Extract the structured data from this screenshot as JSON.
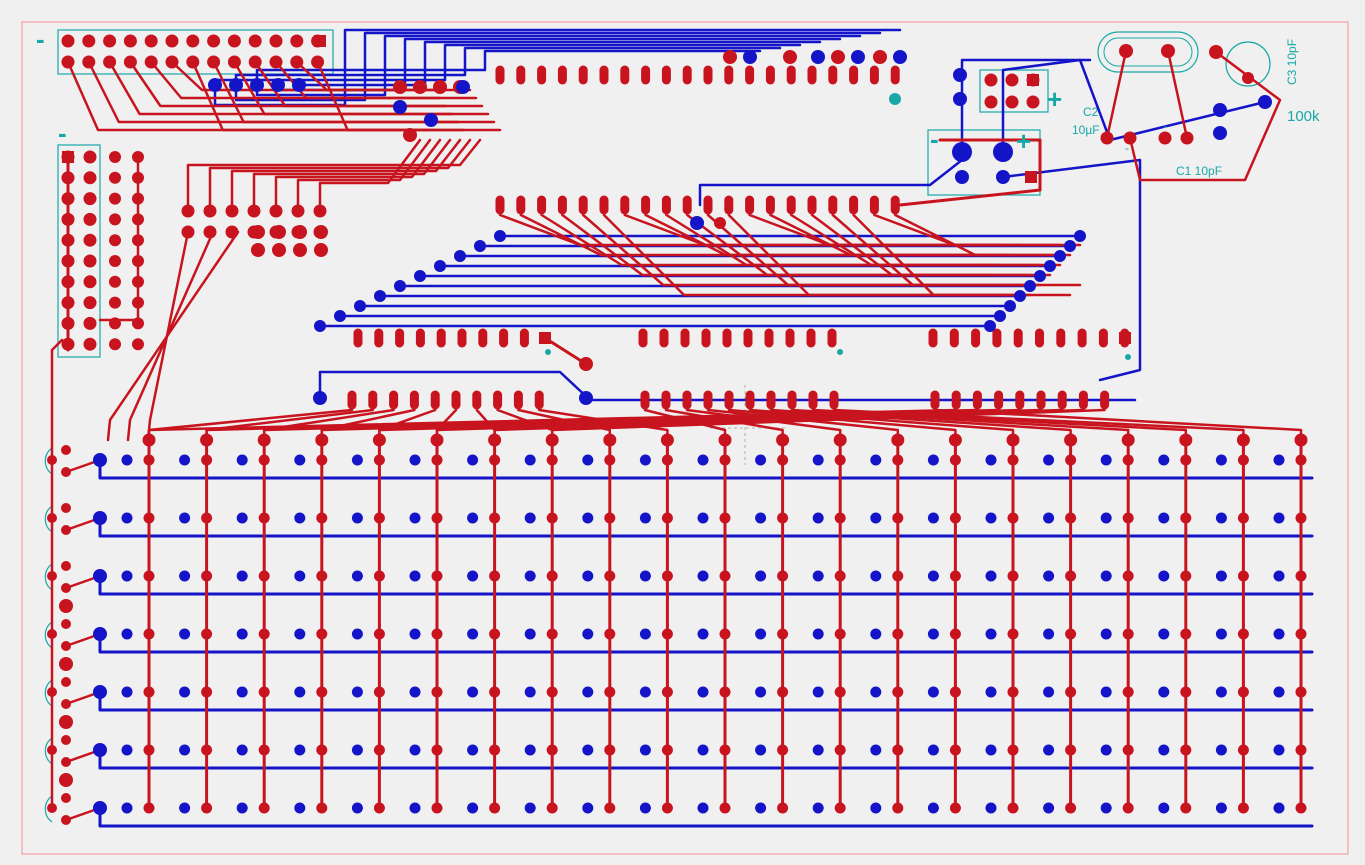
{
  "colors": {
    "background": "#f0f0f0",
    "board_outline": "#f2a0a0",
    "top_copper": "#c8141e",
    "bottom_copper": "#1414c8",
    "silkscreen": "#18a8a8",
    "cursor": "#b0b0b0"
  },
  "labels": {
    "c1": "C1 10pF",
    "c2": "C2",
    "c2_value": "10µF",
    "c3": "C3 10pF",
    "resistor": "100k",
    "plus": "+",
    "minus": "-"
  },
  "grid": {
    "rows": 7,
    "cols": 21
  }
}
